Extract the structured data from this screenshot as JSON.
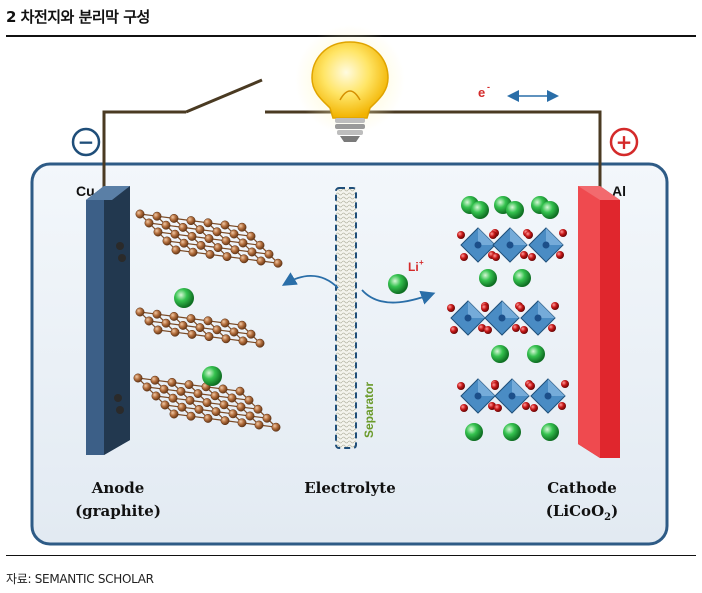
{
  "header": {
    "title": "2 차전지와 분리막 구성"
  },
  "footer": {
    "source": "자료: SEMANTIC SCHOLAR"
  },
  "diagram": {
    "labels": {
      "electron": "e",
      "electron_sup": "-",
      "li_ion": "Li",
      "li_sup": "+",
      "cu": "Cu",
      "al": "Al",
      "minus": "−",
      "plus": "+",
      "separator": "Separator",
      "anode": "Anode",
      "anode_material": "(graphite)",
      "electrolyte": "Electrolyte",
      "cathode": "Cathode",
      "cathode_material_main": "(LiCoO",
      "cathode_material_sub": "2",
      "cathode_material_end": ")"
    },
    "colors": {
      "wire": "#4a3a22",
      "anode_plate": "#3c5f87",
      "cathode_plate": "#d8282e",
      "case_border": "#2e5b86",
      "graphite_atom": "#b5703f",
      "lithium_atom": "#2fb84a",
      "cobalt_octahedron": "#4a8cc4",
      "oxygen_atom": "#c01818",
      "separator": "#1f4e79",
      "separator_text": "#6a9a2a",
      "electron_text": "#d42a2a",
      "arrow_blue": "#2a6ea8",
      "minus_sign": "#1f4e79",
      "plus_sign": "#d42a2a"
    }
  }
}
